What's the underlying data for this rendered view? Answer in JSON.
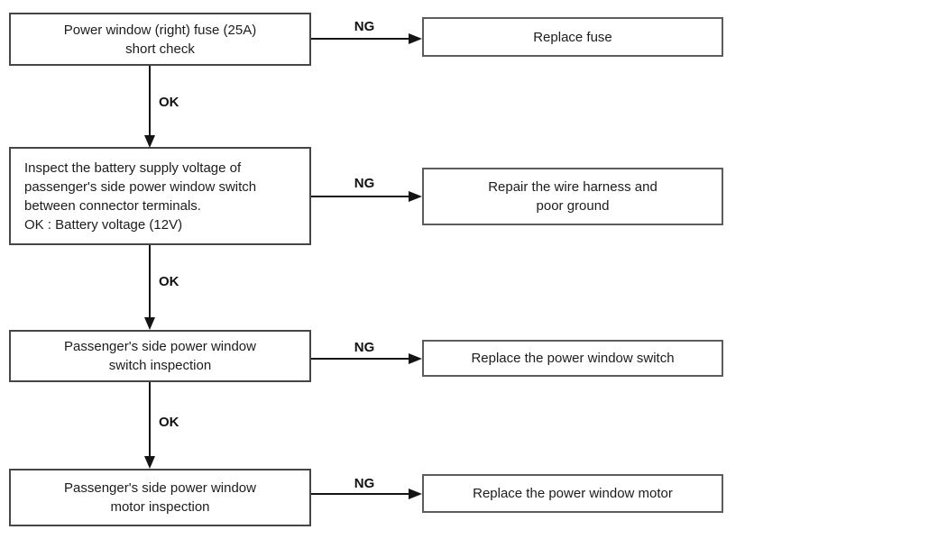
{
  "flowchart": {
    "steps": [
      {
        "check": "Power window (right) fuse (25A)\nshort check",
        "ng_label": "NG",
        "action": "Replace fuse",
        "ok_label": "OK"
      },
      {
        "check": "Inspect the battery supply voltage of\npassenger's side power window switch\nbetween connector terminals.\nOK : Battery voltage (12V)",
        "ng_label": "NG",
        "action": "Repair the wire harness and\npoor ground",
        "ok_label": "OK"
      },
      {
        "check": "Passenger's side power window\nswitch inspection",
        "ng_label": "NG",
        "action": "Replace the power window switch",
        "ok_label": "OK"
      },
      {
        "check": "Passenger's side power window\nmotor inspection",
        "ng_label": "NG",
        "action": "Replace the power window motor"
      }
    ]
  }
}
